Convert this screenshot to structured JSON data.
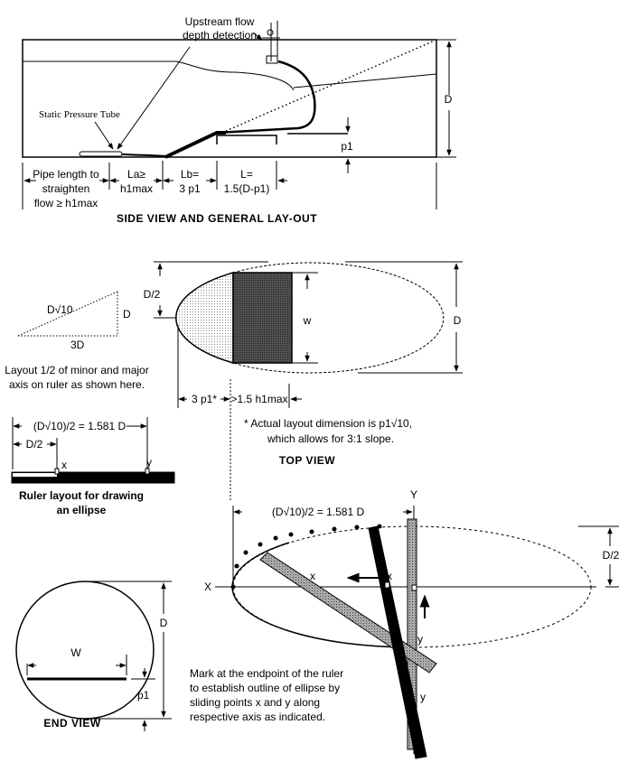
{
  "side_view": {
    "title": "SIDE VIEW AND GENERAL LAY-OUT",
    "upstream_line1": "Upstream flow",
    "upstream_line2": "depth detection",
    "static_tube": "Static Pressure Tube",
    "depth_label": "D",
    "p1_label": "p1",
    "pipe_line1": "Pipe length to",
    "pipe_line2": "straighten",
    "pipe_line3": "flow ≥ h1max",
    "la_line1": "La≥",
    "la_line2": "h1max",
    "lb_line1": "Lb=",
    "lb_line2": "3 p1",
    "l_line1": "L=",
    "l_line2": "1.5(D-p1)"
  },
  "triangle": {
    "hyp": "D√10",
    "side": "D",
    "base": "3D",
    "note1": "Layout 1/2 of minor and major",
    "note2": "axis on ruler as shown here."
  },
  "ruler": {
    "long_dim": "(D√10)/2 = 1.581  D",
    "short_dim": "D/2",
    "x": "x",
    "y": "y",
    "caption1": "Ruler layout for drawing",
    "caption2": "an ellipse"
  },
  "top_view": {
    "half_d": "D/2",
    "w": "w",
    "d": "D",
    "dim_3p1": "3 p1*",
    "dim_h1": ">1.5 h1max",
    "note1": "* Actual layout dimension is p1√10,",
    "note2": "which allows for 3:1 slope.",
    "title": "TOP VIEW"
  },
  "ellipse_drawing": {
    "dim": "(D√10)/2 = 1.581  D",
    "axis_y": "Y",
    "axis_x": "X",
    "half_d": "D/2",
    "x1": "x",
    "x2": "x",
    "y1": "y",
    "y2": "y",
    "note1": "Mark at the endpoint of the ruler",
    "note2": "to establish outline of ellipse by",
    "note3": "sliding points x and y along",
    "note4": "respective axis as indicated."
  },
  "end_view": {
    "w": "W",
    "d": "D",
    "p1": "p1",
    "title": "END VIEW"
  }
}
